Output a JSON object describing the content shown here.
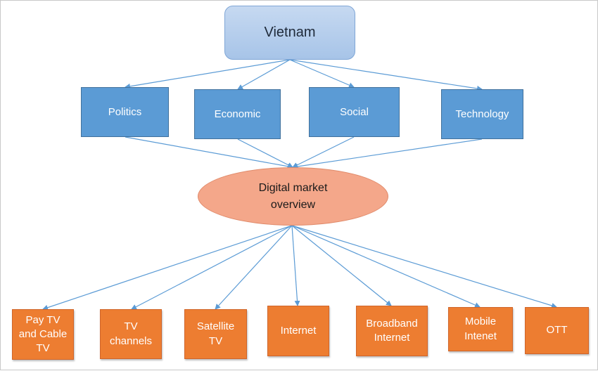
{
  "root": {
    "label": "Vietnam"
  },
  "factors": [
    {
      "label": "Politics"
    },
    {
      "label": "Economic"
    },
    {
      "label": "Social"
    },
    {
      "label": "Technology"
    }
  ],
  "overview": {
    "label": "Digital market\noverview"
  },
  "channels": [
    {
      "label": "Pay TV\nand Cable\nTV"
    },
    {
      "label": "TV\nchannels"
    },
    {
      "label": "Satellite\nTV"
    },
    {
      "label": "Internet"
    },
    {
      "label": "Broadband\nInternet"
    },
    {
      "label": "Mobile\nIntenet"
    },
    {
      "label": "OTT"
    }
  ],
  "colors": {
    "root_fill": "#a7c4e8",
    "factor_fill": "#5b9bd5",
    "overview_fill": "#f4a78a",
    "channel_fill": "#ed7d31",
    "connector": "#5b9bd5"
  }
}
